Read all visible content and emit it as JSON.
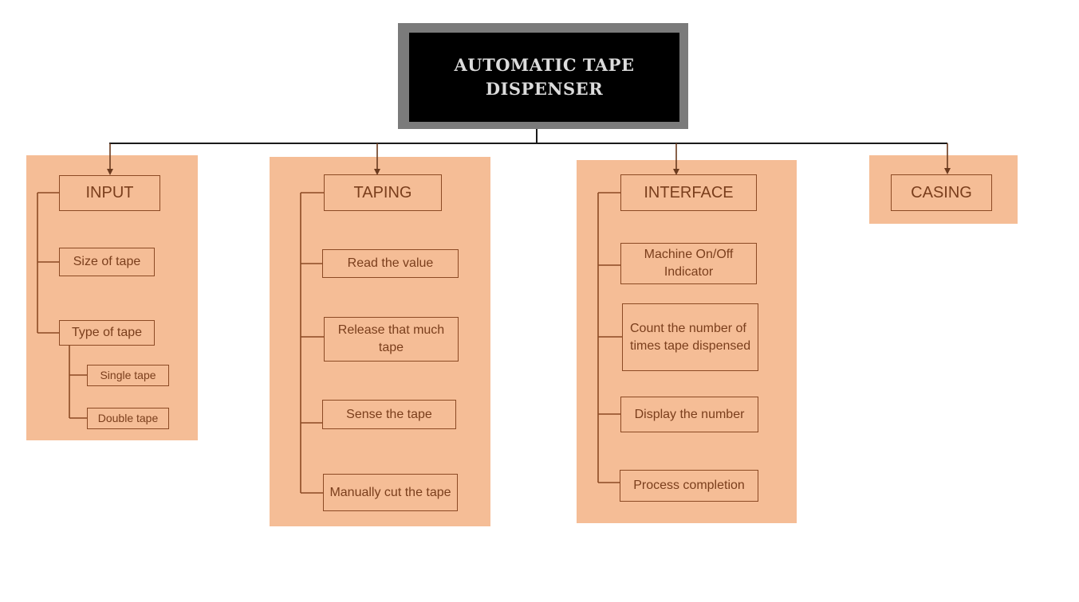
{
  "title": "AUTOMATIC TAPE\nDISPENSER",
  "colors": {
    "panel": "#f5bd96",
    "border": "#8c4a24",
    "text": "#7a3e1c",
    "title_bg": "#000000",
    "title_frame": "#7b7b7b"
  },
  "input": {
    "heading": "INPUT",
    "items": [
      "Size of tape",
      "Type of tape"
    ],
    "type_options": [
      "Single tape",
      "Double tape"
    ]
  },
  "taping": {
    "heading": "TAPING",
    "items": [
      "Read the value",
      "Release that much tape",
      "Sense the tape",
      "Manually cut the tape"
    ]
  },
  "interface": {
    "heading": "INTERFACE",
    "items": [
      "Machine On/Off Indicator",
      "Count the number of times tape dispensed",
      "Display the number",
      "Process completion"
    ]
  },
  "casing": {
    "heading": "CASING"
  }
}
